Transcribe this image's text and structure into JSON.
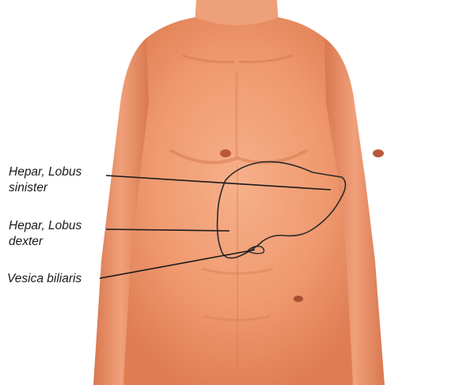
{
  "labels": {
    "lobus_sinister": {
      "line1": "Hepar, Lobus",
      "line2": "sinister"
    },
    "lobus_dexter": {
      "line1": "Hepar, Lobus",
      "line2": "dexter"
    },
    "vesica_biliaris": "Vesica biliaris"
  },
  "colors": {
    "background": "#ffffff",
    "skin_light": "#f3a67f",
    "skin_mid": "#e8875c",
    "skin_shadow": "#c9653f",
    "outline": "#2a2a2a",
    "label_text": "#1a1a1a"
  }
}
